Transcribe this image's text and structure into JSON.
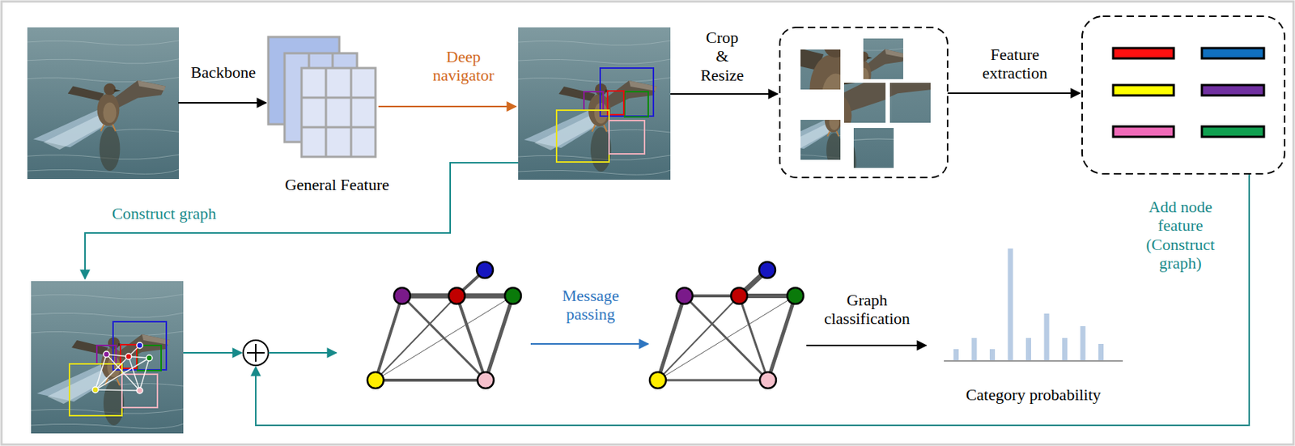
{
  "diagram": {
    "nodes": [
      {
        "text": [
          "General Feature"
        ]
      },
      {
        "text": [
          "Category probability"
        ]
      }
    ],
    "labels": [
      "Backbone",
      "Deep navigator",
      "Crop & Resize",
      "Feature extraction",
      "Construct graph",
      "Add node feature (Construct graph)",
      "Message passing",
      "Graph classification"
    ]
  }
}
